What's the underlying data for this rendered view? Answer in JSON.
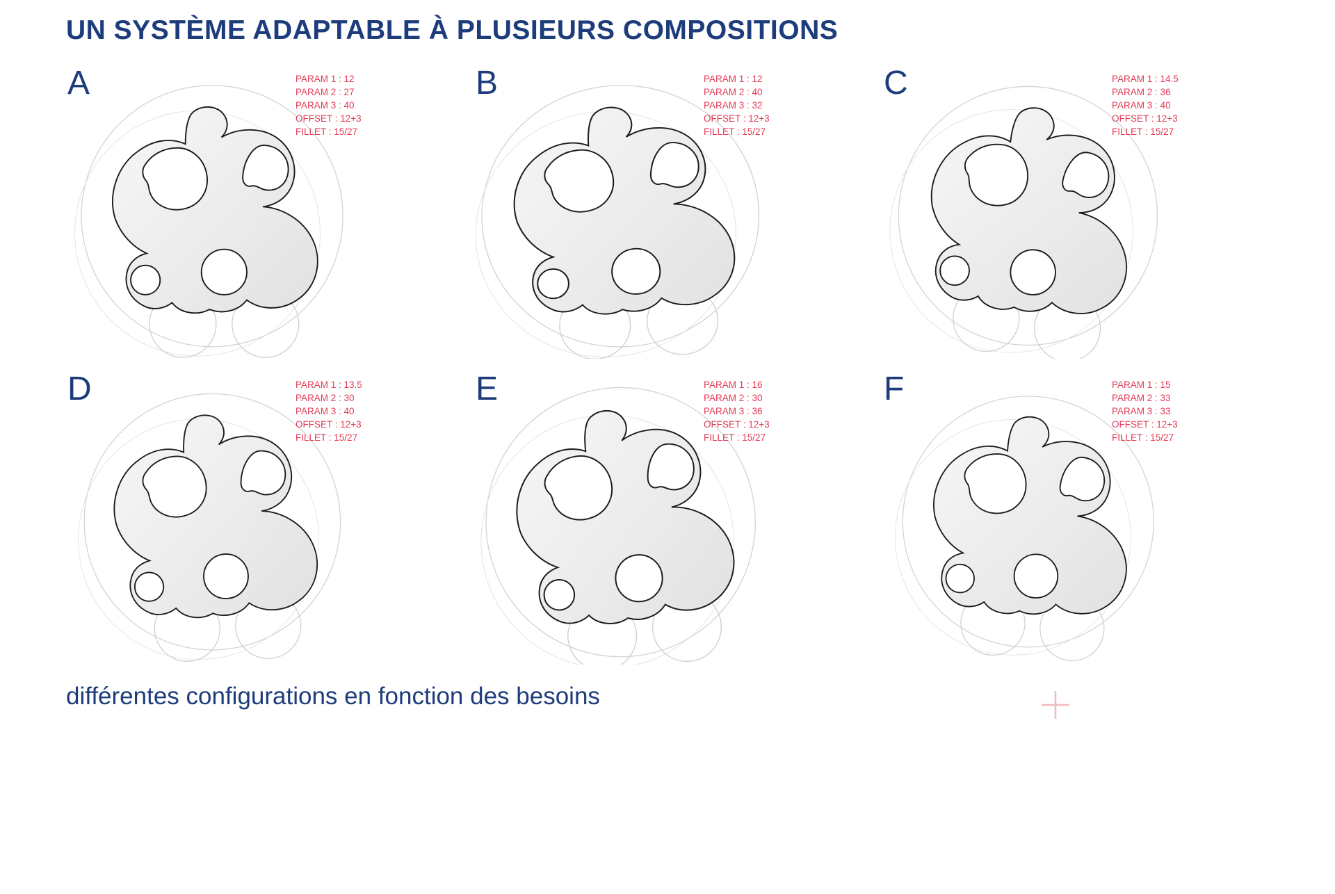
{
  "page": {
    "title": "UN SYSTÈME ADAPTABLE À PLUSIEURS COMPOSITIONS",
    "footer": "différentes configurations en fonction des besoins"
  },
  "colors": {
    "title_blue": "#1d3c7c",
    "param_red": "#e23a54",
    "blob_fill_light": "#f6f6f6",
    "blob_fill_dark": "#e3e3e3",
    "guide_gray": "#d4d4d4",
    "cross_pink": "#f2b7bf"
  },
  "icons": {
    "registration_cross": "+"
  },
  "panels": [
    {
      "label": "A",
      "params": [
        "PARAM 1 : 12",
        "PARAM 2 : 27",
        "PARAM 3 : 40",
        "OFFSET : 12+3",
        "FILLET : 15/27"
      ]
    },
    {
      "label": "B",
      "params": [
        "PARAM 1 : 12",
        "PARAM 2 : 40",
        "PARAM 3 : 32",
        "OFFSET : 12+3",
        "FILLET : 15/27"
      ]
    },
    {
      "label": "C",
      "params": [
        "PARAM 1 : 14.5",
        "PARAM 2 : 36",
        "PARAM 3 : 40",
        "OFFSET : 12+3",
        "FILLET : 15/27"
      ]
    },
    {
      "label": "D",
      "params": [
        "PARAM 1 : 13.5",
        "PARAM 2 : 30",
        "PARAM 3 : 40",
        "OFFSET : 12+3",
        "FILLET : 15/27"
      ]
    },
    {
      "label": "E",
      "params": [
        "PARAM 1 : 16",
        "PARAM 2 : 30",
        "PARAM 3 : 36",
        "OFFSET : 12+3",
        "FILLET : 15/27"
      ]
    },
    {
      "label": "F",
      "params": [
        "PARAM 1 : 15",
        "PARAM 2 : 33",
        "PARAM 3 : 33",
        "OFFSET : 12+3",
        "FILLET : 15/27"
      ]
    }
  ]
}
